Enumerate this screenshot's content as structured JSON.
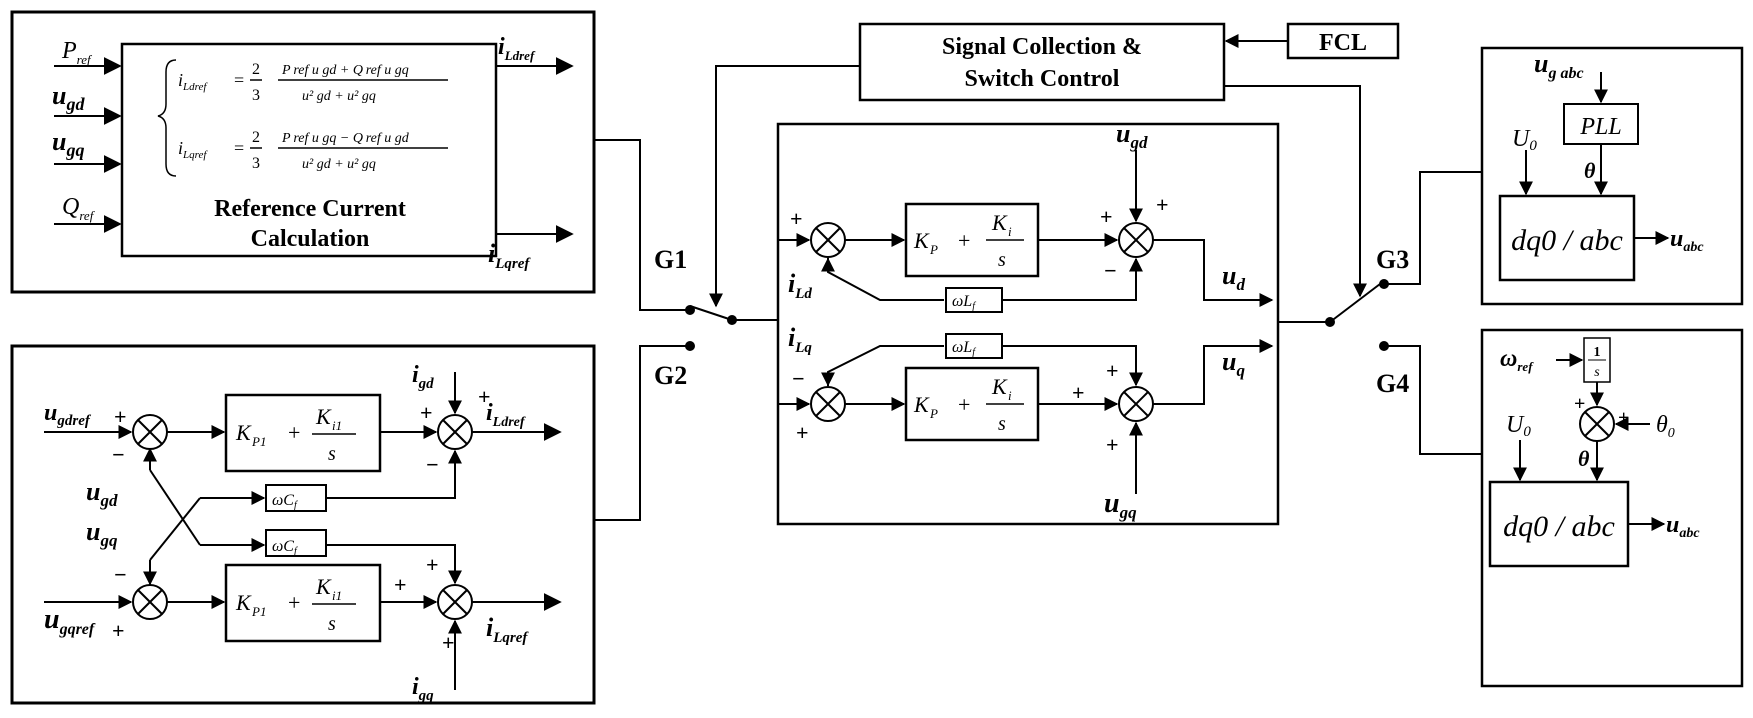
{
  "outer_loop": {
    "inputs": {
      "p_ref": "P",
      "p_ref_sub": "ref",
      "u_gd": "u",
      "u_gd_sub": "gd",
      "u_gq": "u",
      "u_gq_sub": "gq",
      "q_ref": "Q",
      "q_ref_sub": "ref"
    },
    "eq1_lhs": "i",
    "eq1_lhs_sub": "Ldref",
    "eq1_eq": "=",
    "eq_coef_num": "2",
    "eq_coef_den": "3",
    "eq1_num": "P ref u gd + Q ref u gq",
    "eq_den": "u² gd + u² gq",
    "eq2_lhs": "i",
    "eq2_lhs_sub": "Lqref",
    "eq2_eq": "=",
    "eq2_num": "P ref u gq − Q ref u gd",
    "title_line1": "Reference Current",
    "title_line2": "Calculation",
    "out_d": "i",
    "out_d_sub": "Ldref",
    "out_q": "i",
    "out_q_sub": "Lqref"
  },
  "inner_loop_left": {
    "u_gdref": "u",
    "u_gdref_sub": "gdref",
    "u_gqref": "u",
    "u_gqref_sub": "gqref",
    "u_gd": "u",
    "u_gd_sub": "gd",
    "u_gq": "u",
    "u_gq_sub": "gq",
    "i_gd": "i",
    "i_gd_sub": "gd",
    "i_gq": "i",
    "i_gq_sub": "gq",
    "pi_kp": "K",
    "pi_kp_sub": "P1",
    "pi_plus": "+",
    "pi_ki": "K",
    "pi_ki_sub": "i1",
    "pi_s": "s",
    "cf": "ωC",
    "cf_sub": "f",
    "out_d": "i",
    "out_d_sub": "Ldref",
    "out_q": "i",
    "out_q_sub": "Lqref",
    "plus": "+",
    "minus": "−"
  },
  "switches": {
    "g1": "G1",
    "g2": "G2",
    "g3": "G3",
    "g4": "G4"
  },
  "signal_box": {
    "line1": "Signal Collection &",
    "line2": "Switch Control"
  },
  "fcl": "FCL",
  "current_loop": {
    "u_gd": "u",
    "u_gd_sub": "gd",
    "u_gq": "u",
    "u_gq_sub": "gq",
    "i_ld": "i",
    "i_ld_sub": "Ld",
    "i_lq": "i",
    "i_lq_sub": "Lq",
    "pi_kp": "K",
    "pi_kp_sub": "P",
    "pi_plus": "+",
    "pi_ki": "K",
    "pi_ki_sub": "i",
    "pi_s": "s",
    "lf": "ωL",
    "lf_sub": "f",
    "u_d": "u",
    "u_d_sub": "d",
    "u_q": "u",
    "u_q_sub": "q",
    "plus": "+",
    "minus": "−"
  },
  "grid_tied": {
    "u_gabc": "u",
    "u_gabc_sub": "g abc",
    "u0": "U",
    "u0_sub": "0",
    "pll": "PLL",
    "theta": "θ",
    "dq0": "dq0 / abc",
    "u_abc": "u",
    "u_abc_sub": "abc"
  },
  "islanded": {
    "omega_ref": "ω",
    "omega_ref_sub": "ref",
    "int_num": "1",
    "int_den": "s",
    "u0": "U",
    "u0_sub": "0",
    "theta": "θ",
    "theta0": "θ",
    "theta0_sub": "0",
    "dq0": "dq0 / abc",
    "u_abc": "u",
    "u_abc_sub": "abc",
    "plus": "+"
  }
}
